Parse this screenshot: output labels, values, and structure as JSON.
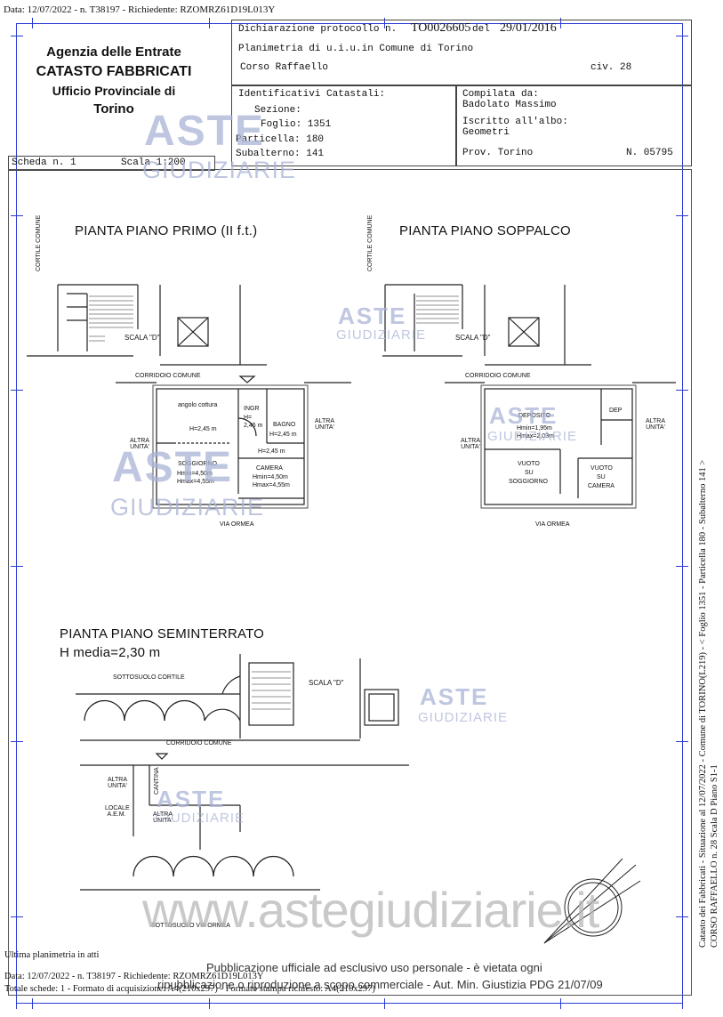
{
  "header_top": "Data: 12/07/2022 - n. T38197 - Richiedente: RZOMRZ61D19L013Y",
  "agency": {
    "line1": "Agenzia delle Entrate",
    "line2": "CATASTO FABBRICATI",
    "line3": "Ufficio Provinciale di",
    "line4": "Torino"
  },
  "protocol": {
    "label": "Dichiarazione protocollo n.",
    "number": "TO0026605",
    "del": "del",
    "date": "29/01/2016",
    "planimetria": "Planimetria di u.i.u.in Comune di Torino",
    "address": "Corso Raffaello",
    "civ": "civ. 28"
  },
  "identificativi": {
    "title": "Identificativi Catastali:",
    "sezione": "Sezione:",
    "foglio": "Foglio: 1351",
    "particella": "Particella: 180",
    "subalterno": "Subalterno: 141"
  },
  "compilata": {
    "title": "Compilata da:",
    "name": "Badolato Massimo",
    "iscritto": "Iscritto all'albo:",
    "albo": "Geometri",
    "prov": "Prov. Torino",
    "num": "N. 05795"
  },
  "scheda": "Scheda n. 1",
  "scala": "Scala 1:200",
  "plans": {
    "primo": {
      "title": "PIANTA PIANO PRIMO (II f.t.)",
      "cortile": "CORTILE COMUNE",
      "scala": "SCALA \"D\"",
      "corridoio": "CORRIDOIO COMUNE",
      "angolo": "angolo cottura",
      "ingr": "INGR",
      "ingr_h1": "H=",
      "ingr_h2": "2,45 m",
      "bagno": "BAGNO",
      "bagno_h": "H=2,45 m",
      "h1": "H=2,45 m",
      "h2": "H=2,45 m",
      "altra_l": "ALTRA UNITA'",
      "altra_r": "ALTRA UNITA'",
      "soggiorno": "SOGGIORNO",
      "sogg_hmin": "Hmin=4,50m",
      "sogg_hmax": "Hmax=4,55m",
      "camera": "CAMERA",
      "cam_hmin": "Hmin=4,50m",
      "cam_hmax": "Hmax=4,55m",
      "via": "VIA ORMEA"
    },
    "soppalco": {
      "title": "PIANTA PIANO SOPPALCO",
      "cortile": "CORTILE COMUNE",
      "scala": "SCALA \"D\"",
      "corridoio": "CORRIDOIO COMUNE",
      "deposito": "DEPOSITO",
      "dep_hmin": "Hmin=1,95m",
      "dep_hmax": "Hmax=2,03m",
      "dep": "DEP",
      "altra_l": "ALTRA UNITA'",
      "altra_r": "ALTRA UNITA'",
      "vuoto1_a": "VUOTO",
      "vuoto1_b": "SU",
      "vuoto1_c": "SOGGIORNO",
      "vuoto2_a": "VUOTO",
      "vuoto2_b": "SU",
      "vuoto2_c": "CAMERA",
      "via": "VIA ORMEA"
    },
    "seminterrato": {
      "title": "PIANTA PIANO SEMINTERRATO",
      "subtitle": "H media=2,30 m",
      "sottosuolo_cortile": "SOTTOSUOLO CORTILE",
      "scala": "SCALA \"D\"",
      "corridoio": "CORRIDOIO COMUNE",
      "altra1": "ALTRA UNITA'",
      "cantina": "CANTINA",
      "locale": "LOCALE A.E.M.",
      "altra2": "ALTRA UNITA'",
      "sottosuolo_via": "SOTTOSUOLO VIA ORMEA"
    }
  },
  "watermark": {
    "aste": "ASTE",
    "giudiziarie": "GIUDIZIARIE",
    "site": "www.astegiudiziarie.it"
  },
  "footer": {
    "ultima": "Ultima planimetria in atti",
    "data": "Data: 12/07/2022 - n. T38197 - Richiedente: RZOMRZ61D19L013Y",
    "totale": "Totale schede: 1 - Formato di acquisizione: A4(210x297) - Formato stampa richiesto: A4(210x297)",
    "pub1": "Pubblicazione ufficiale ad esclusivo uso personale - è vietata ogni",
    "pub2": "ripubblicazione o riproduzione a scopo commerciale - Aut. Min. Giustizia PDG 21/07/09"
  },
  "side": {
    "line1": "Catasto dei Fabbricati - Situazione al 12/07/2022 - Comune di TORINO(L219) - < Foglio 1351 - Particella 180 - Subalterno 141 >",
    "line2": "CORSO RAFFAELLO n. 28 Scala D Piano S1-1"
  }
}
